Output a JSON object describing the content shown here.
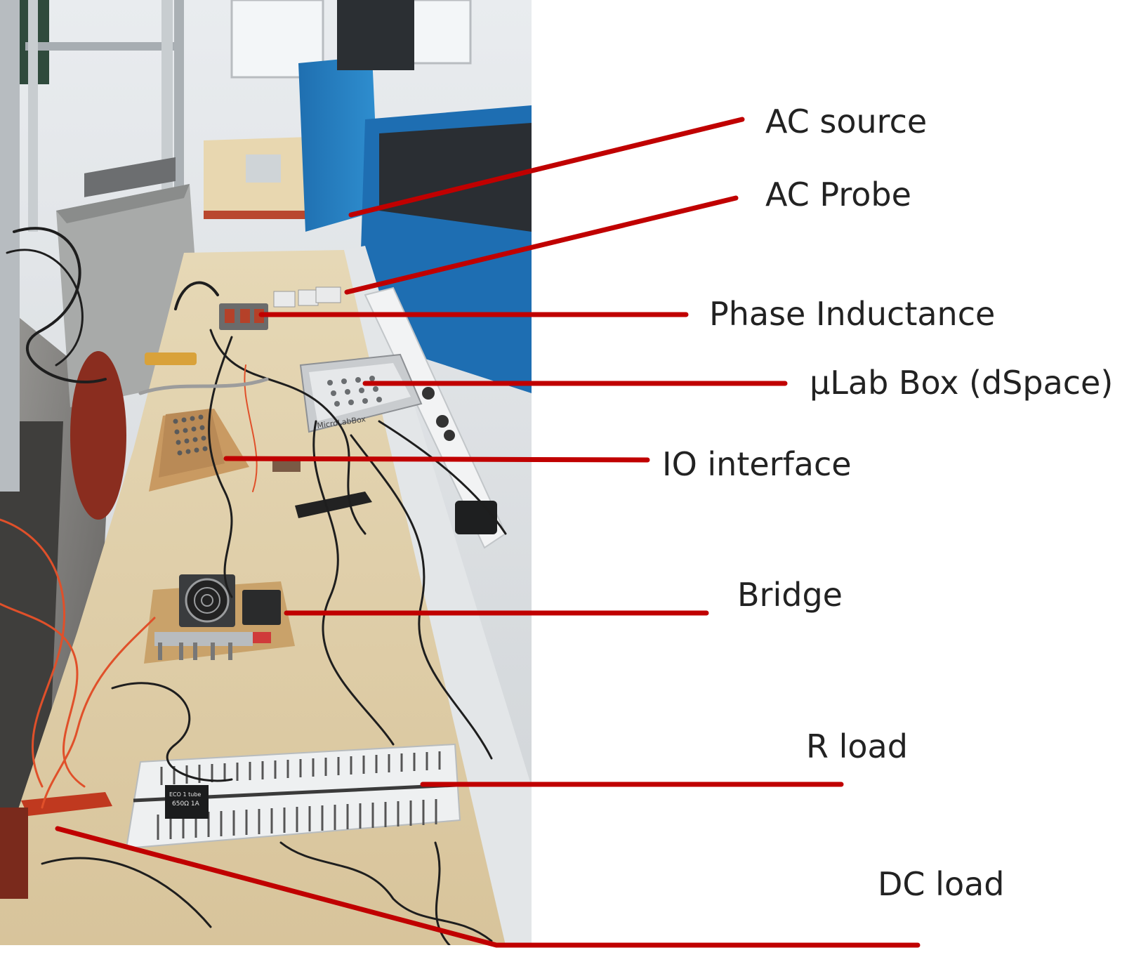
{
  "line_color": "#c00000",
  "labels": {
    "ac_source": "AC source",
    "ac_probe": "AC Probe",
    "phase_inductance": "Phase Inductance",
    "ulab_box": "µLab Box (dSpace)",
    "io_interface": "IO interface",
    "bridge": "Bridge",
    "r_load": "R load",
    "dc_load": "DC load"
  },
  "photo_text": {
    "microlabbox": "MicroLabBox",
    "resistor_plate_line1": "ECO 1 tube",
    "resistor_plate_line2": "650Ω 1A"
  }
}
